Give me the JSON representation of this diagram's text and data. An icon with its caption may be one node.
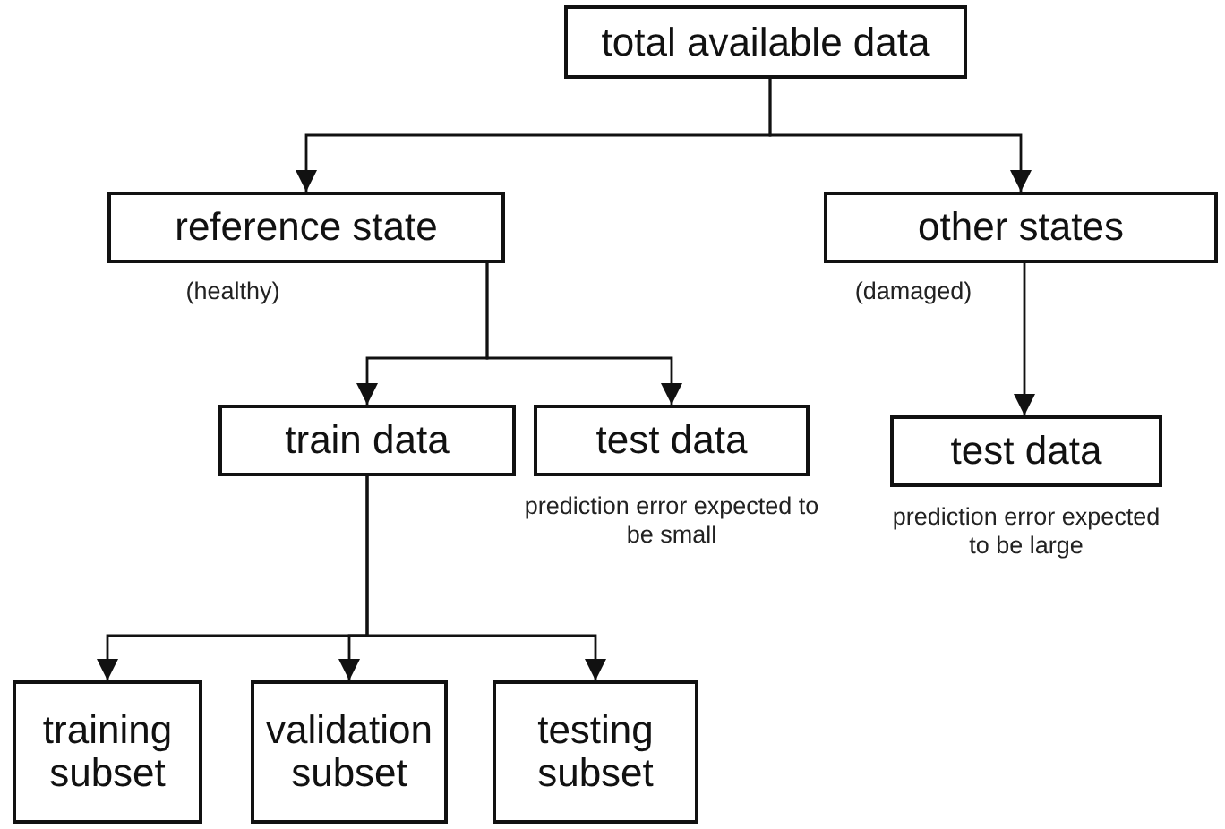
{
  "diagram": {
    "nodes": [
      {
        "text": [
          "total available data"
        ]
      },
      {
        "text": [
          "reference state"
        ],
        "beside": [
          "(healthy)"
        ]
      },
      {
        "text": [
          "other states"
        ],
        "beside": [
          "(damaged)"
        ]
      },
      {
        "text": [
          "train data"
        ]
      },
      {
        "text": [
          "test data"
        ],
        "beside": [
          "prediction error expected to be small"
        ]
      },
      {
        "text": [
          "test data"
        ],
        "beside": [
          "prediction error expected to be large"
        ]
      },
      {
        "text": [
          "training subset"
        ]
      },
      {
        "text": [
          "validation subset"
        ]
      },
      {
        "text": [
          "testing subset"
        ]
      }
    ],
    "edges": [
      {
        "from": 0,
        "to": 1,
        "arrow": "to"
      },
      {
        "from": 0,
        "to": 2,
        "arrow": "to"
      },
      {
        "from": 1,
        "to": 3,
        "arrow": "to"
      },
      {
        "from": 1,
        "to": 4,
        "arrow": "to"
      },
      {
        "from": 2,
        "to": 5,
        "arrow": "to"
      },
      {
        "from": 3,
        "to": 6,
        "arrow": "to"
      },
      {
        "from": 3,
        "to": 7,
        "arrow": "to"
      },
      {
        "from": 3,
        "to": 8,
        "arrow": "to"
      }
    ]
  }
}
